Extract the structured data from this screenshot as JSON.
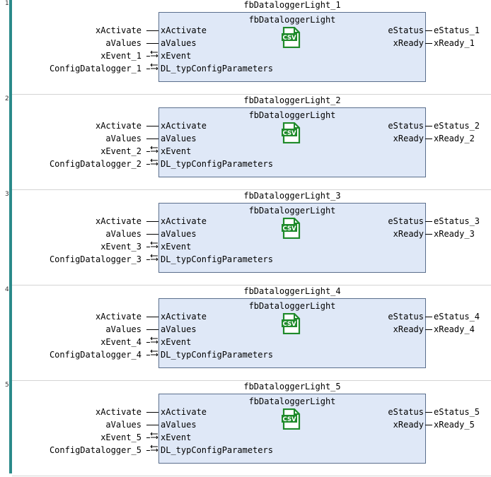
{
  "networks": [
    {
      "number": "1",
      "instance": "fbDataloggerLight_1",
      "type": "fbDataloggerLight",
      "inputs": [
        {
          "pin": "xActivate",
          "var": "xActivate",
          "inout": false
        },
        {
          "pin": "aValues",
          "var": "aValues",
          "inout": false
        },
        {
          "pin": "xEvent",
          "var": "xEvent_1",
          "inout": true
        },
        {
          "pin": "DL_typConfigParameters",
          "var": "ConfigDatalogger_1",
          "inout": true
        }
      ],
      "outputs": [
        {
          "pin": "eStatus",
          "var": "eStatus_1"
        },
        {
          "pin": "xReady",
          "var": "xReady_1"
        }
      ]
    },
    {
      "number": "2",
      "instance": "fbDataloggerLight_2",
      "type": "fbDataloggerLight",
      "inputs": [
        {
          "pin": "xActivate",
          "var": "xActivate",
          "inout": false
        },
        {
          "pin": "aValues",
          "var": "aValues",
          "inout": false
        },
        {
          "pin": "xEvent",
          "var": "xEvent_2",
          "inout": true
        },
        {
          "pin": "DL_typConfigParameters",
          "var": "ConfigDatalogger_2",
          "inout": true
        }
      ],
      "outputs": [
        {
          "pin": "eStatus",
          "var": "eStatus_2"
        },
        {
          "pin": "xReady",
          "var": "xReady_2"
        }
      ]
    },
    {
      "number": "3",
      "instance": "fbDataloggerLight_3",
      "type": "fbDataloggerLight",
      "inputs": [
        {
          "pin": "xActivate",
          "var": "xActivate",
          "inout": false
        },
        {
          "pin": "aValues",
          "var": "aValues",
          "inout": false
        },
        {
          "pin": "xEvent",
          "var": "xEvent_3",
          "inout": true
        },
        {
          "pin": "DL_typConfigParameters",
          "var": "ConfigDatalogger_3",
          "inout": true
        }
      ],
      "outputs": [
        {
          "pin": "eStatus",
          "var": "eStatus_3"
        },
        {
          "pin": "xReady",
          "var": "xReady_3"
        }
      ]
    },
    {
      "number": "4",
      "instance": "fbDataloggerLight_4",
      "type": "fbDataloggerLight",
      "inputs": [
        {
          "pin": "xActivate",
          "var": "xActivate",
          "inout": false
        },
        {
          "pin": "aValues",
          "var": "aValues",
          "inout": false
        },
        {
          "pin": "xEvent",
          "var": "xEvent_4",
          "inout": true
        },
        {
          "pin": "DL_typConfigParameters",
          "var": "ConfigDatalogger_4",
          "inout": true
        }
      ],
      "outputs": [
        {
          "pin": "eStatus",
          "var": "eStatus_4"
        },
        {
          "pin": "xReady",
          "var": "xReady_4"
        }
      ]
    },
    {
      "number": "5",
      "instance": "fbDataloggerLight_5",
      "type": "fbDataloggerLight",
      "inputs": [
        {
          "pin": "xActivate",
          "var": "xActivate",
          "inout": false
        },
        {
          "pin": "aValues",
          "var": "aValues",
          "inout": false
        },
        {
          "pin": "xEvent",
          "var": "xEvent_5",
          "inout": true
        },
        {
          "pin": "DL_typConfigParameters",
          "var": "ConfigDatalogger_5",
          "inout": true
        }
      ],
      "outputs": [
        {
          "pin": "eStatus",
          "var": "eStatus_5"
        },
        {
          "pin": "xReady",
          "var": "xReady_5"
        }
      ]
    }
  ],
  "icon": {
    "name": "csv-file-icon",
    "label": "CSV",
    "color": "#1e8a2a"
  },
  "colors": {
    "block_fill": "#dfe8f7",
    "block_border": "#5a6e8c",
    "gutter": "#2b8a8a"
  }
}
